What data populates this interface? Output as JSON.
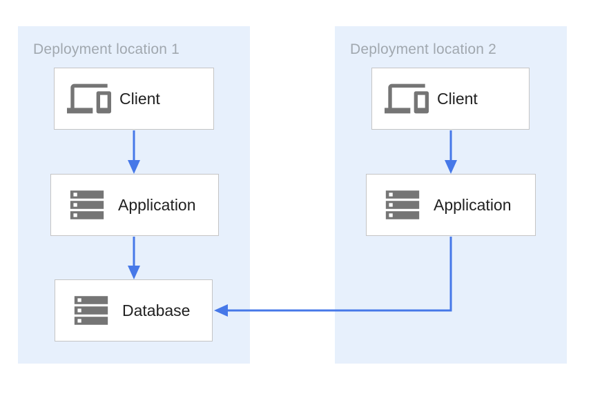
{
  "colors": {
    "page_bg": "#FFFFFF",
    "panel_bg": "#E7F0FC",
    "box_bg": "#FFFFFF",
    "box_border": "#C4C4C4",
    "icon": "#757575",
    "icon_cutout": "#FFFFFF",
    "label_text": "#212121",
    "title_text": "#A1A8AF",
    "arrow": "#4678E8"
  },
  "panels": [
    {
      "title": "Deployment location 1",
      "nodes": [
        {
          "label": "Client",
          "icon": "devices-icon"
        },
        {
          "label": "Application",
          "icon": "storage-icon"
        },
        {
          "label": "Database",
          "icon": "storage-icon"
        }
      ]
    },
    {
      "title": "Deployment location 2",
      "nodes": [
        {
          "label": "Client",
          "icon": "devices-icon"
        },
        {
          "label": "Application",
          "icon": "storage-icon"
        }
      ]
    }
  ],
  "connectors": [
    {
      "name": "client-1-to-application-1",
      "type": "arrow-down"
    },
    {
      "name": "application-1-to-database-1",
      "type": "arrow-down"
    },
    {
      "name": "client-2-to-application-2",
      "type": "arrow-down"
    },
    {
      "name": "application-2-to-database-1",
      "type": "arrow-down-left"
    }
  ]
}
